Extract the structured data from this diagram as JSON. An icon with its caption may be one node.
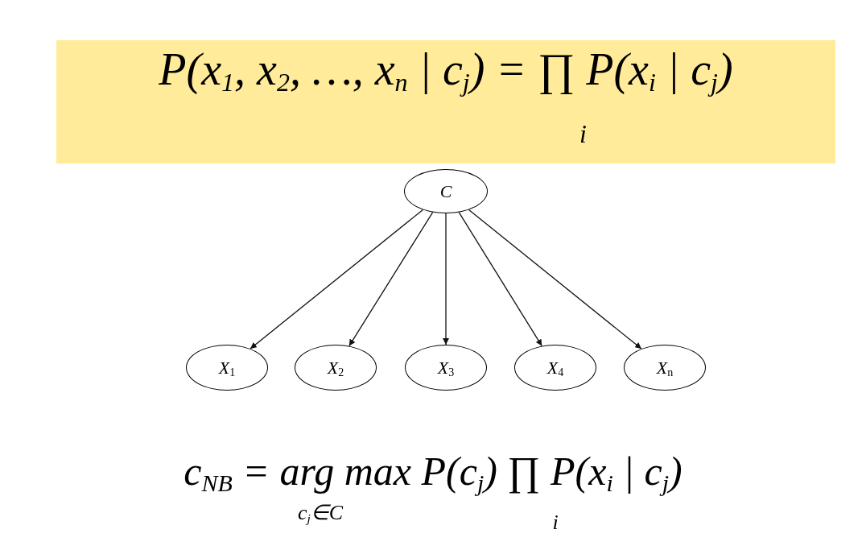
{
  "diagram": {
    "nodes": [
      {
        "text": [
          "P(x$_{1}$, x$_{2}$, …, x$_{n}$ | c$_{j}$) = ∏ P(x$_{i}$ | c$_{j}$)",
          "i"
        ]
      },
      {
        "text": [
          "C"
        ]
      },
      {
        "text": [
          "X$_{1}$"
        ]
      },
      {
        "text": [
          "X$_{2}$"
        ]
      },
      {
        "text": [
          "X$_{3}$"
        ]
      },
      {
        "text": [
          "X$_{4}$"
        ]
      },
      {
        "text": [
          "X$_{n}$"
        ]
      }
    ],
    "edges": [
      {
        "from": 1,
        "to": 2,
        "arrow": "to"
      },
      {
        "from": 1,
        "to": 3,
        "arrow": "to"
      },
      {
        "from": 1,
        "to": 4,
        "arrow": "to"
      },
      {
        "from": 1,
        "to": 5,
        "arrow": "to"
      },
      {
        "from": 1,
        "to": 6,
        "arrow": "to"
      }
    ],
    "labels": [
      "c$_{NB}$ = arg max P(c$_{j}$) ∏ P(x$_{i}$ | c$_{j}$)",
      "c$_{j}$∈C",
      "i"
    ]
  }
}
